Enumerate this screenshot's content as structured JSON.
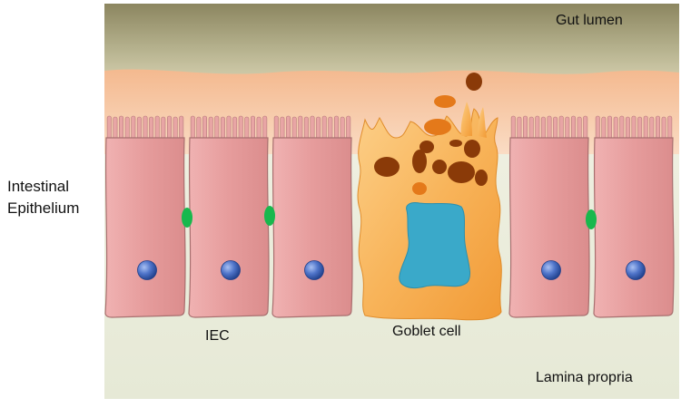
{
  "labels": {
    "gut_lumen": "Gut lumen",
    "intestinal_epithelium_line1": "Intestinal",
    "intestinal_epithelium_line2": "Epithelium",
    "iec": "IEC",
    "goblet_cell": "Goblet cell",
    "lamina_propria": "Lamina propria"
  },
  "colors": {
    "lumen_top": "#8c8660",
    "lumen_bottom": "#c7c5a4",
    "mucus": "#f7c9a8",
    "cell_fill": "#e7a1a1",
    "cell_stroke": "#a86f6f",
    "nucleus": "#4f74c9",
    "tight_junction": "#18b84d",
    "goblet_fill": "#f7ad4f",
    "goblet_nucleus": "#3aa9c9",
    "granule_dark": "#8a3a08",
    "granule_orange": "#e4791a",
    "lamina_bg": "#eef0e2"
  }
}
